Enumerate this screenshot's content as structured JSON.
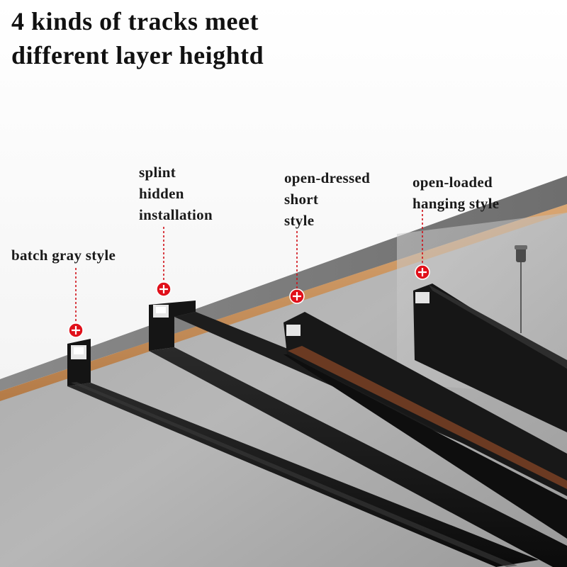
{
  "title": {
    "line1": "4 kinds of tracks meet",
    "line2": "different layer heightd"
  },
  "tracks": [
    {
      "label_lines": [
        "batch gray style"
      ]
    },
    {
      "label_lines": [
        "splint",
        "hidden",
        "installation"
      ]
    },
    {
      "label_lines": [
        "open-dressed",
        "short",
        "style"
      ]
    },
    {
      "label_lines": [
        "open-loaded",
        "hanging style"
      ]
    }
  ],
  "colors": {
    "background_top": "#ffffff",
    "ceiling_plane": "#a9a9a9",
    "board_top": "#7d7d7d",
    "board_wood": "#c9905a",
    "track_black": "#121212",
    "marker_red": "#e0101a",
    "dash_red": "#d01018"
  }
}
